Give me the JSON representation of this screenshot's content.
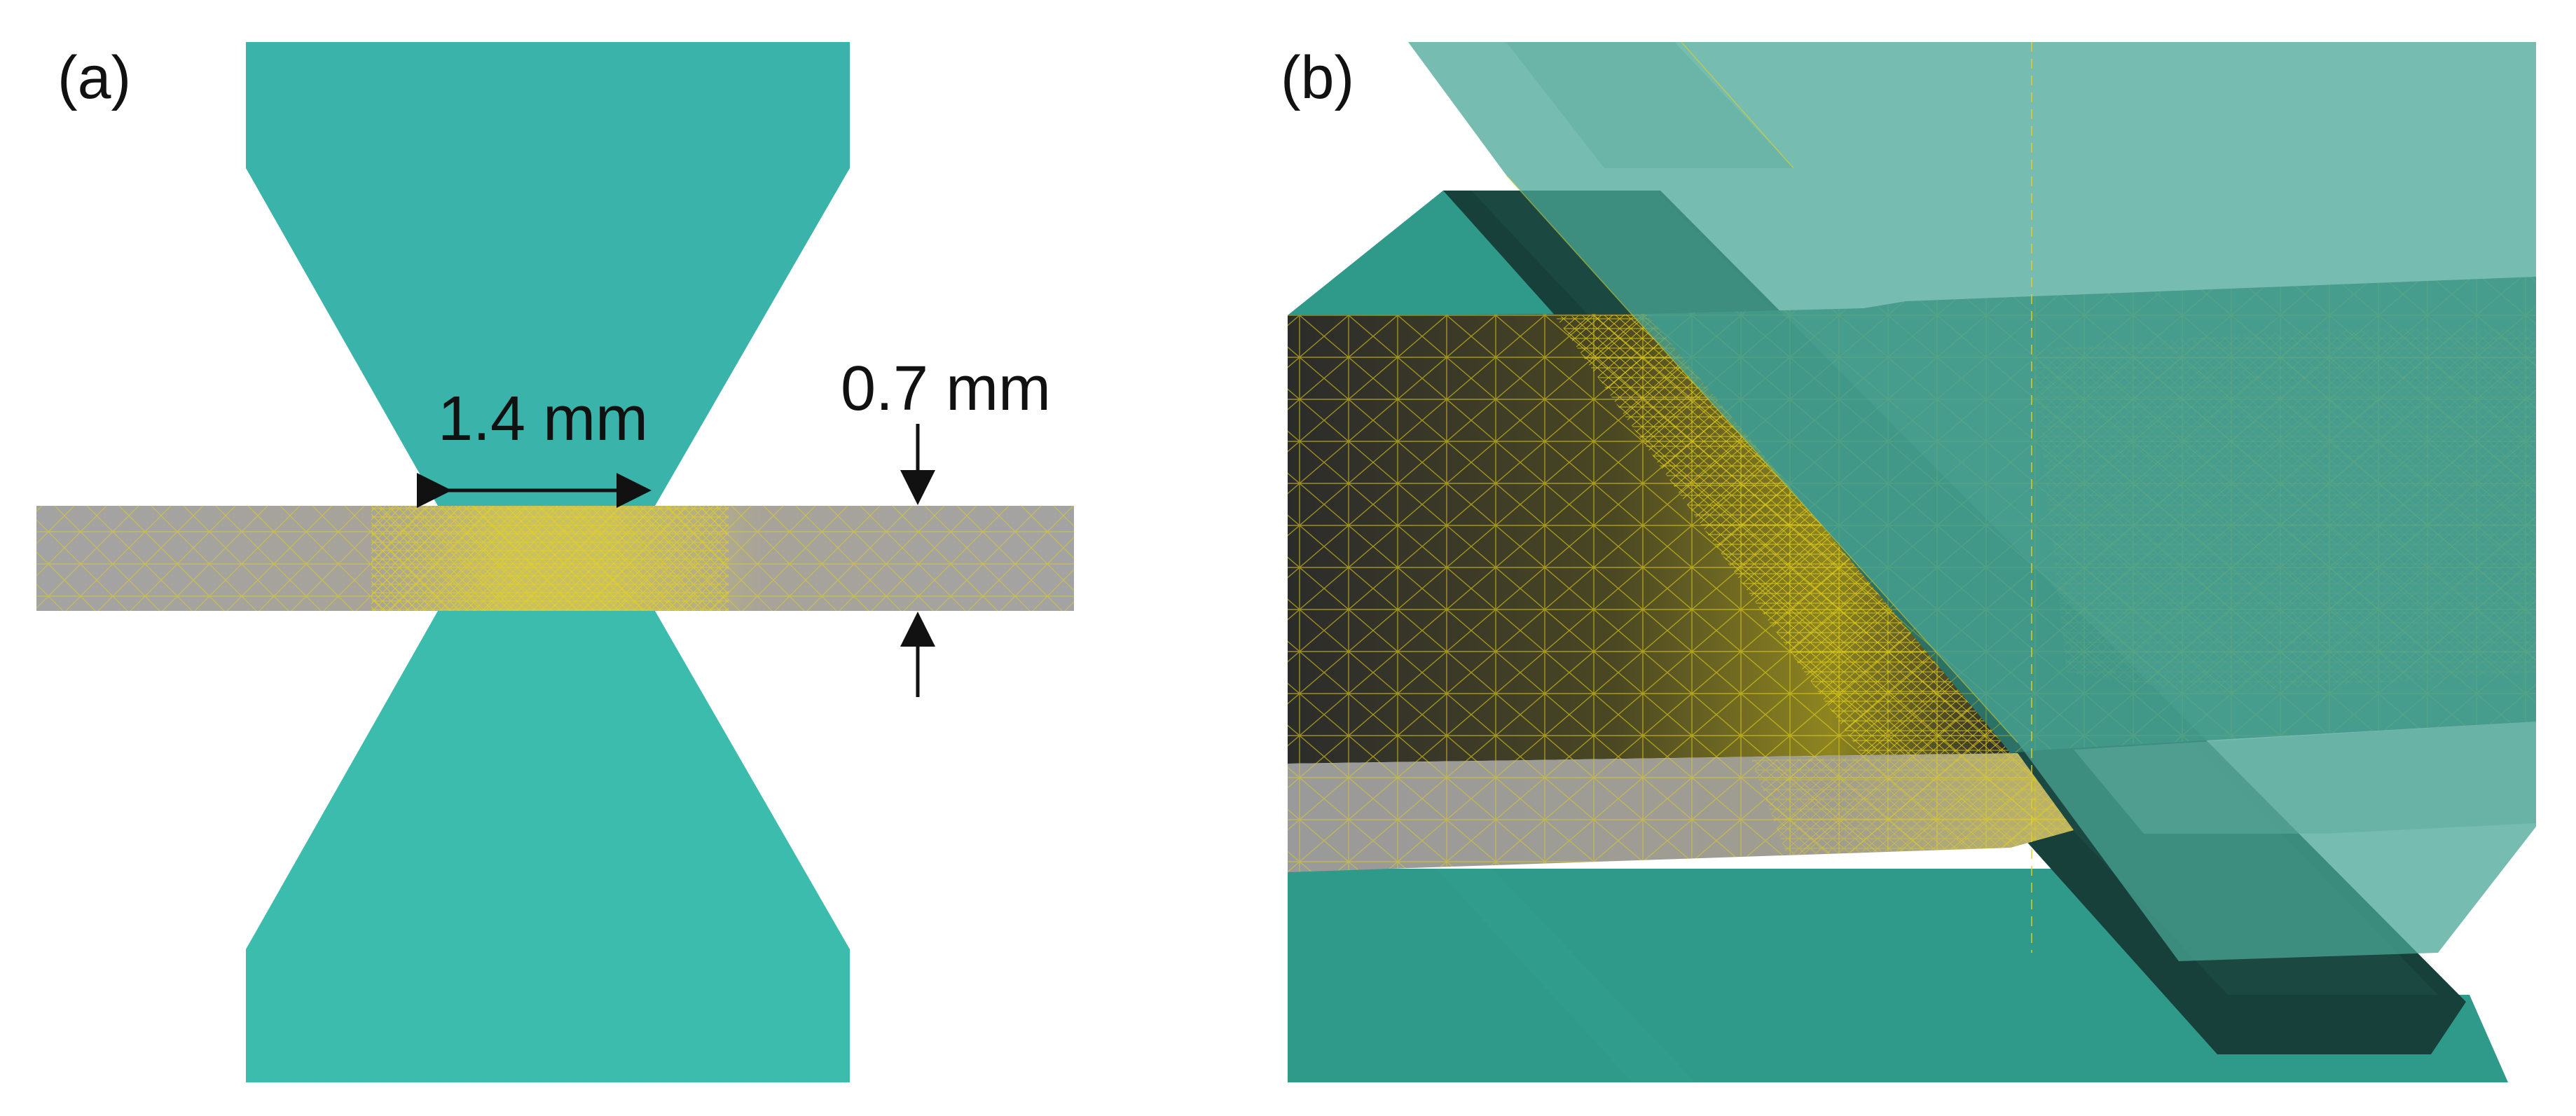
{
  "panels": [
    {
      "label": "(a)"
    },
    {
      "label": "(b)"
    }
  ],
  "dimensions": {
    "width_label": "1.4 mm",
    "thickness_label": "0.7 mm"
  },
  "colors": {
    "electrode": "#3bb5ab",
    "electrode_dark": "#2e9a8b",
    "sheet": "#9e9e9e",
    "mesh": "#e6d21a",
    "dark_face": "#2b2b2b",
    "shadow": "#173a36"
  }
}
